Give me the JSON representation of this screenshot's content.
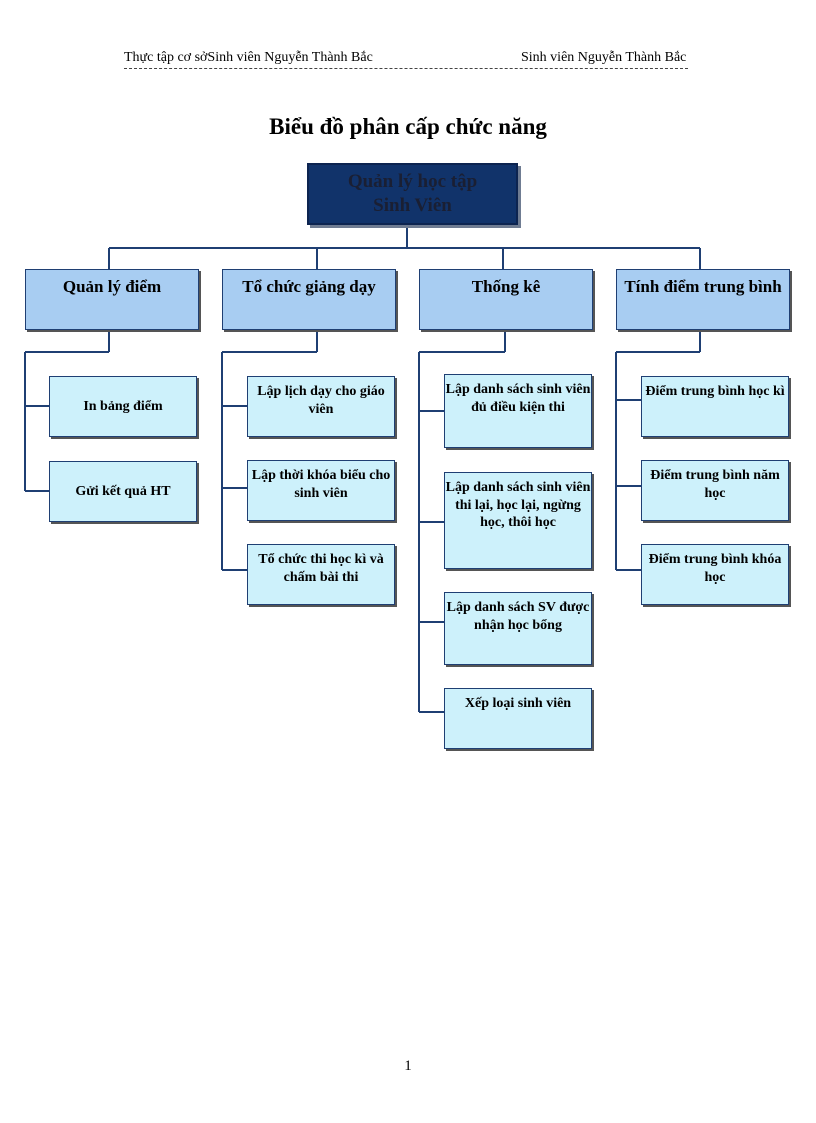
{
  "header": {
    "left": "Thực tập cơ sởSinh viên Nguyễn Thành Bắc",
    "right": "Sinh viên Nguyễn Thành Bắc",
    "divider": "-------------------------------------------------------------------------------------------------------"
  },
  "title": "Biểu đồ phân cấp chức năng",
  "root": {
    "label": "Quản lý học tập\nSinh Viên"
  },
  "categories": [
    {
      "label": "Quản lý điểm",
      "children": [
        "In bảng điểm",
        "Gửi kết quả HT"
      ]
    },
    {
      "label": "Tổ chức giảng dạy",
      "children": [
        "Lập lịch dạy cho giáo viên",
        "Lập thời khóa biểu cho sinh viên",
        "Tổ chức thi học kì và chấm bài thi"
      ]
    },
    {
      "label": "Thống kê",
      "children": [
        "Lập danh sách sinh viên đủ điều kiện thi",
        "Lập danh sách sinh viên thi lại, học lại, ngừng học, thôi học",
        "Lập danh sách SV được nhận học bổng",
        "Xếp loại sinh viên"
      ]
    },
    {
      "label": "Tính điểm trung bình",
      "children": [
        "Điểm trung bình học kì",
        "Điểm trung bình năm học",
        "Điểm trung bình khóa học"
      ]
    }
  ],
  "page_number": "1",
  "colors": {
    "root_fill": "#11336a",
    "category_fill": "#a8cdf2",
    "leaf_fill": "#cdf1fb",
    "connector": "#1f3f73"
  }
}
